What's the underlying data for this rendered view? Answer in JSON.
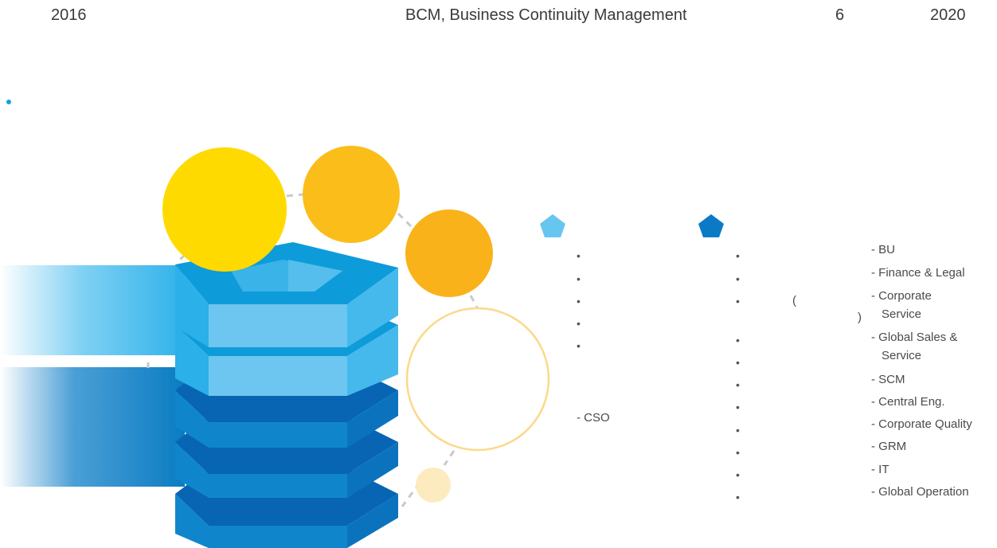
{
  "header": {
    "year_start": "2016",
    "title": "BCM, Business Continuity Management",
    "page_number": "6",
    "year_end": "2020"
  },
  "decor": {
    "bullet_dot": "•",
    "colors": {
      "yellow": "#FFDA00",
      "amber": "#FBBD19",
      "orange": "#F9B21A",
      "pale": "#FDEBC0",
      "light_blue": "#67C6F0",
      "mid_blue": "#0D9BDC",
      "dark_blue": "#0F7FC3",
      "navy_blue": "#0769B5"
    }
  },
  "left_column": {
    "cso_label": "- CSO",
    "bullet_count": 5
  },
  "right_column": {
    "paren_open": "(",
    "paren_close": ")",
    "bullet_count": 11,
    "departments": [
      "- BU",
      "- Finance & Legal",
      "- Corporate",
      "Service",
      "- Global Sales &",
      "Service",
      "- SCM",
      "- Central Eng.",
      "- Corporate Quality",
      "- GRM",
      "- IT",
      "- Global Operation"
    ]
  }
}
